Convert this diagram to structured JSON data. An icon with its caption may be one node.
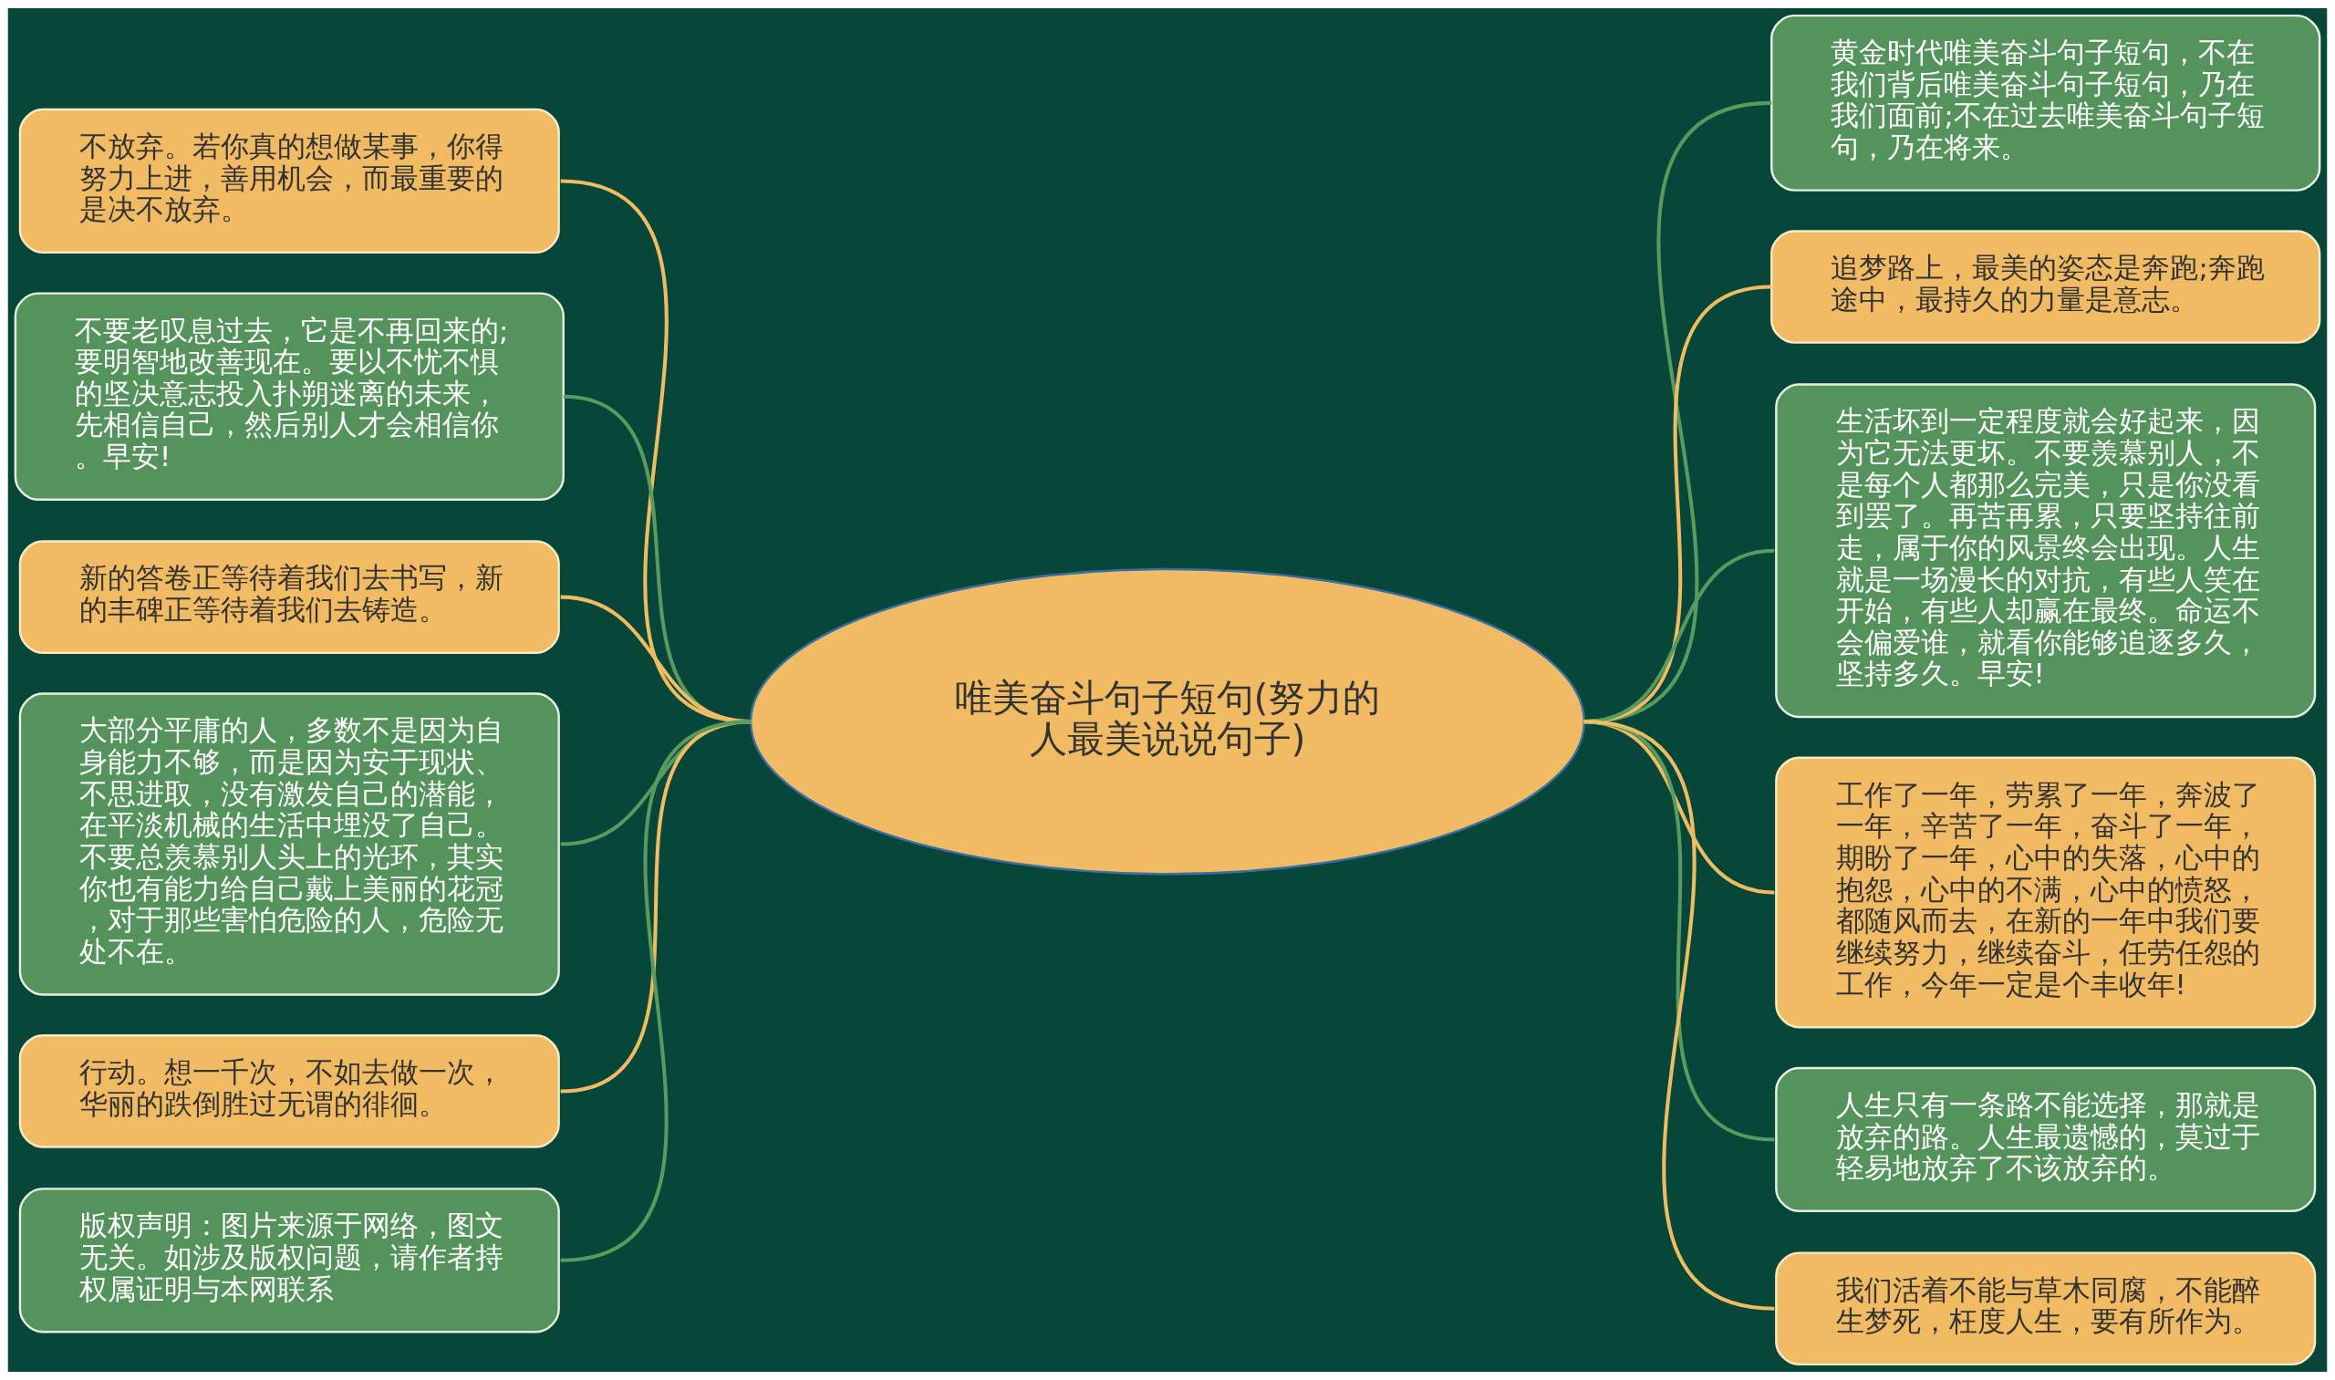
{
  "diagram": {
    "nodes": [
      {
        "text": [
          "唯美奋斗句子短句(努力的人最美说说句子)"
        ]
      },
      {
        "text": [
          "不放弃。若你真的想做某事，你得努力上进，善用机会，而最重要的是决不放弃。"
        ]
      },
      {
        "text": [
          "不要老叹息过去，它是不再回来的;要明智地改善现在。要以不忧不惧的坚决意志投入扑朔迷离的未来，先相信自己，然后别人才会相信你。早安!"
        ]
      },
      {
        "text": [
          "新的答卷正等待着我们去书写，新的丰碑正等待着我们去铸造。"
        ]
      },
      {
        "text": [
          "大部分平庸的人，多数不是因为自身能力不够，而是因为安于现状、不思进取，没有激发自己的潜能，在平淡机械的生活中埋没了自己。不要总羡慕别人头上的光环，其实你也有能力给自己戴上美丽的花冠，对于那些害怕危险的人，危险无处不在。"
        ]
      },
      {
        "text": [
          "行动。想一千次，不如去做一次，华丽的跌倒胜过无谓的徘徊。"
        ]
      },
      {
        "text": [
          "版权声明：图片来源于网络，图文无关。如涉及版权问题，请作者持权属证明与本网联系"
        ]
      },
      {
        "text": [
          "黄金时代唯美奋斗句子短句，不在我们背后唯美奋斗句子短句，乃在我们面前;不在过去唯美奋斗句子短句，乃在将来。"
        ]
      },
      {
        "text": [
          "追梦路上，最美的姿态是奔跑;奔跑途中，最持久的力量是意志。"
        ]
      },
      {
        "text": [
          "生活坏到一定程度就会好起来，因为它无法更坏。不要羡慕别人，不是每个人都那么完美，只是你没看到罢了。再苦再累，只要坚持往前走，属于你的风景终会出现。人生就是一场漫长的对抗，有些人笑在开始，有些人却赢在最终。命运不会偏爱谁，就看你能够追逐多久，坚持多久。早安!"
        ]
      },
      {
        "text": [
          "工作了一年，劳累了一年，奔波了一年，辛苦了一年，奋斗了一年，期盼了一年，心中的失落，心中的抱怨，心中的不满，心中的愤怒，都随风而去，在新的一年中我们要继续努力，继续奋斗，任劳任怨的工作，今年一定是个丰收年!"
        ]
      },
      {
        "text": [
          "人生只有一条路不能选择，那就是放弃的路。人生最遗憾的，莫过于轻易地放弃了不该放弃的。"
        ]
      },
      {
        "text": [
          "我们活着不能与草木同腐，不能醉生梦死，枉度人生，要有所作为。"
        ]
      }
    ],
    "edges": [
      {
        "from": 1,
        "to": 0,
        "arrow": "none",
        "color": "#f0bc62"
      },
      {
        "from": 2,
        "to": 0,
        "arrow": "none",
        "color": "#5a9a5e"
      },
      {
        "from": 3,
        "to": 0,
        "arrow": "none",
        "color": "#f0bc62"
      },
      {
        "from": 4,
        "to": 0,
        "arrow": "none",
        "color": "#5a9a5e"
      },
      {
        "from": 5,
        "to": 0,
        "arrow": "none",
        "color": "#f0bc62"
      },
      {
        "from": 6,
        "to": 0,
        "arrow": "none",
        "color": "#5a9a5e"
      },
      {
        "from": 0,
        "to": 7,
        "arrow": "none",
        "color": "#5a9a5e"
      },
      {
        "from": 0,
        "to": 8,
        "arrow": "none",
        "color": "#f0bc62"
      },
      {
        "from": 0,
        "to": 9,
        "arrow": "none",
        "color": "#5a9a5e"
      },
      {
        "from": 0,
        "to": 10,
        "arrow": "none",
        "color": "#f0bc62"
      },
      {
        "from": 0,
        "to": 11,
        "arrow": "none",
        "color": "#5a9a5e"
      },
      {
        "from": 0,
        "to": 12,
        "arrow": "none",
        "color": "#f0bc62"
      }
    ]
  }
}
